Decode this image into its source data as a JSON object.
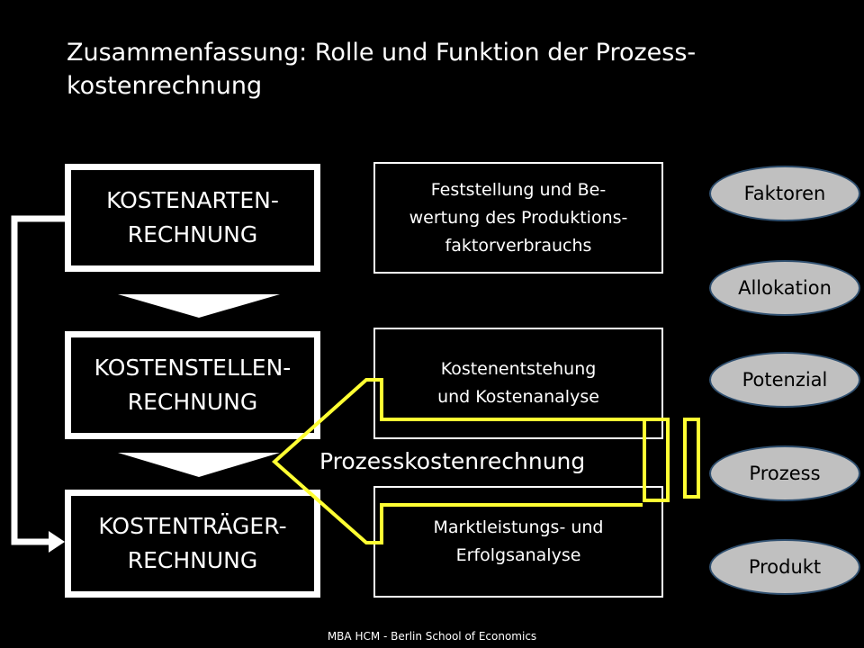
{
  "title": {
    "line1": "Zusammenfassung: Rolle und Funktion der  Prozess-",
    "line2": "kostenrechnung"
  },
  "left_boxes": [
    {
      "line1": "KOSTENARTEN-",
      "line2": "RECHNUNG"
    },
    {
      "line1": "KOSTENSTELLEN-",
      "line2": "RECHNUNG"
    },
    {
      "line1": "KOSTENTRÄGER-",
      "line2": "RECHNUNG"
    }
  ],
  "middle_boxes": [
    {
      "lines": [
        "Feststellung und Be-",
        "wertung des Produktions-",
        "faktorverbrauchs"
      ]
    },
    {
      "lines": [
        "Kostenentstehung",
        "und Kostenanalyse"
      ]
    },
    {
      "lines": [
        "Marktleistungs- und",
        "Erfolgsanalyse"
      ]
    }
  ],
  "ovals": [
    "Faktoren",
    "Allokation",
    "Potenzial",
    "Prozess",
    "Produkt"
  ],
  "process_label": "Prozesskostenrechnung",
  "footer": "MBA HCM - Berlin School of Economics",
  "colors": {
    "background": "#000000",
    "highlight": "#ffff33",
    "oval": "#c0c0c0"
  }
}
